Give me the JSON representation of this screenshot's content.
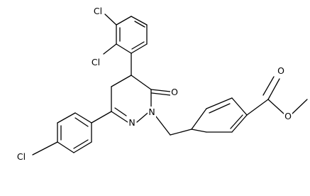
{
  "molecule": {
    "labels": {
      "cl_ring_a_3": "Cl",
      "cl_ring_a_2": "Cl",
      "cl_chlorophenyl": "Cl",
      "ketone_o": "O",
      "n_ring_1": "N",
      "n_ring_2": "N",
      "ester_carbonyl_o": "O",
      "ester_ether_o": "O"
    }
  }
}
